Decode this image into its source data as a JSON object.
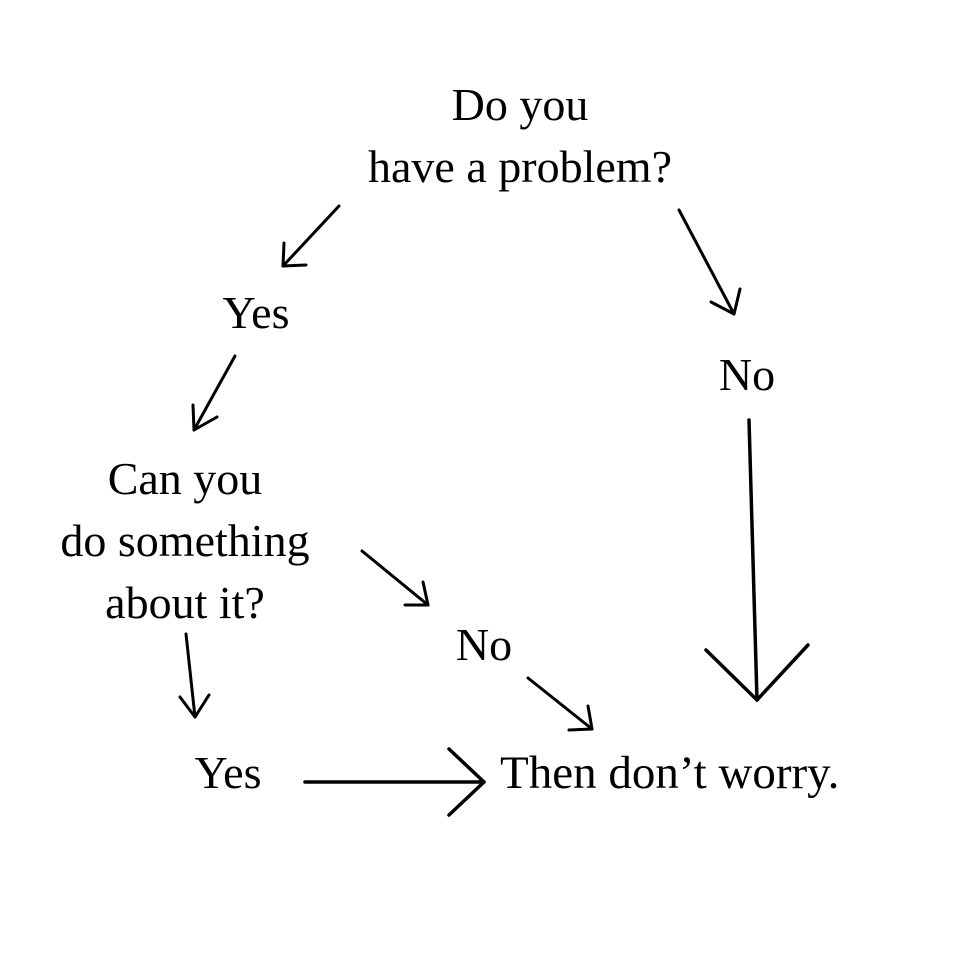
{
  "flowchart": {
    "question_1": {
      "line_1": "Do you",
      "line_2": "have a problem?"
    },
    "answer_yes_1": "Yes",
    "answer_no_1": "No",
    "question_2": {
      "line_1": "Can you",
      "line_2": "do something",
      "line_3": "about it?"
    },
    "answer_no_2": "No",
    "answer_yes_2": "Yes",
    "result": "Then don’t worry."
  },
  "colors": {
    "background": "#ffffff",
    "ink": "#000000"
  }
}
